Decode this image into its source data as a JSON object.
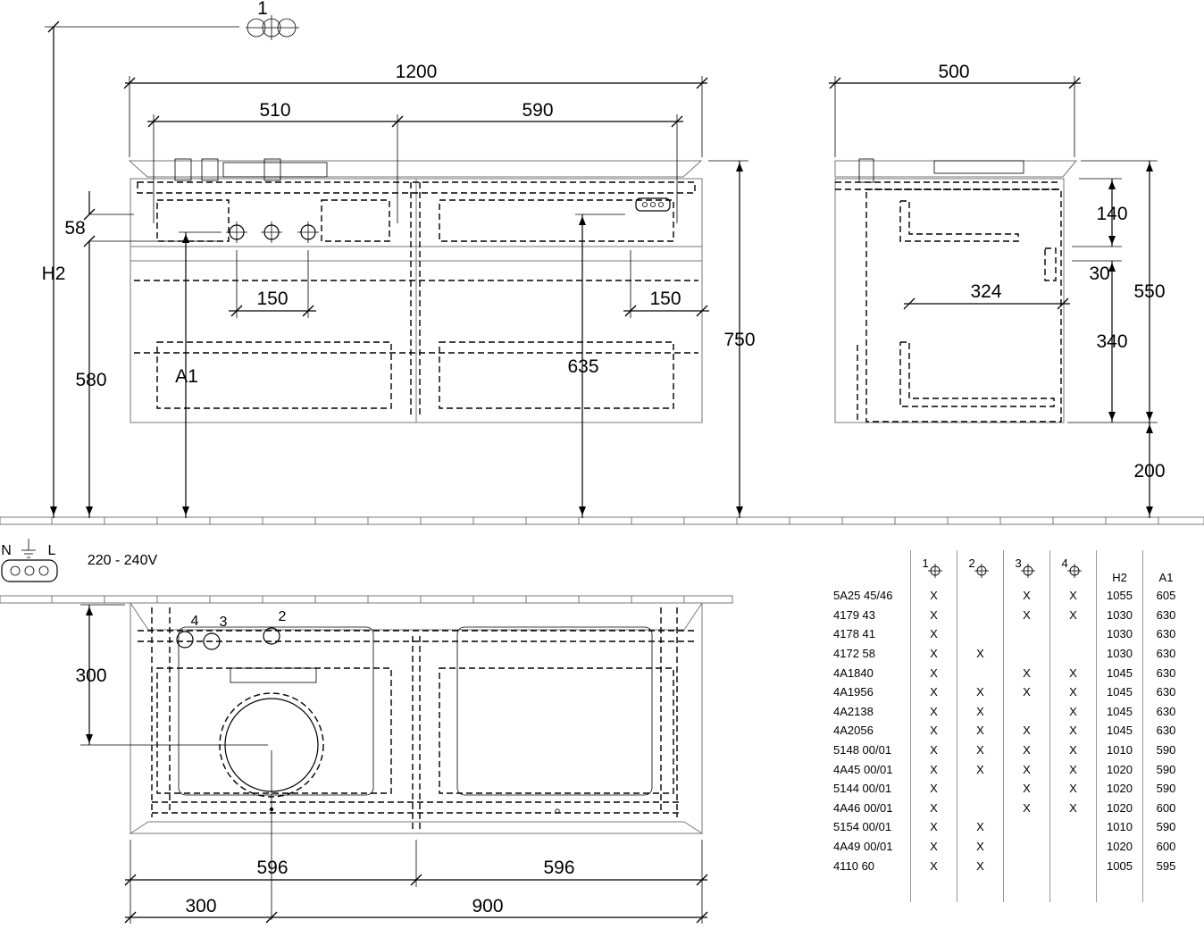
{
  "labels": {
    "marker_1": "1",
    "h2": "H2",
    "d_1200": "1200",
    "d_510": "510",
    "d_590": "590",
    "d_500": "500",
    "d_58": "58",
    "d_580": "580",
    "d_150_left": "150",
    "d_150_right": "150",
    "a1": "A1",
    "d_635": "635",
    "d_750": "750",
    "d_140": "140",
    "d_30": "30",
    "d_324": "324",
    "d_340": "340",
    "d_550": "550",
    "d_200": "200",
    "voltage": "220 - 240V",
    "n": "N",
    "l": "L",
    "d_300_vert": "300",
    "hole_4": "4",
    "hole_3": "3",
    "hole_2": "2",
    "d_596_left": "596",
    "d_596_right": "596",
    "d_300_bottom": "300",
    "d_900": "900"
  },
  "table": {
    "columns": [
      "1",
      "2",
      "3",
      "4",
      "H2",
      "A1"
    ],
    "rows": [
      {
        "code": "5A25 45/46",
        "c1": "X",
        "c2": "",
        "c3": "X",
        "c4": "X",
        "h2": "1055",
        "a1": "605"
      },
      {
        "code": "4179 43",
        "c1": "X",
        "c2": "",
        "c3": "X",
        "c4": "X",
        "h2": "1030",
        "a1": "630"
      },
      {
        "code": "4178 41",
        "c1": "X",
        "c2": "",
        "c3": "",
        "c4": "",
        "h2": "1030",
        "a1": "630"
      },
      {
        "code": "4172 58",
        "c1": "X",
        "c2": "X",
        "c3": "",
        "c4": "",
        "h2": "1030",
        "a1": "630"
      },
      {
        "code": "4A1840",
        "c1": "X",
        "c2": "",
        "c3": "X",
        "c4": "X",
        "h2": "1045",
        "a1": "630"
      },
      {
        "code": "4A1956",
        "c1": "X",
        "c2": "X",
        "c3": "X",
        "c4": "X",
        "h2": "1045",
        "a1": "630"
      },
      {
        "code": "4A2138",
        "c1": "X",
        "c2": "X",
        "c3": "",
        "c4": "X",
        "h2": "1045",
        "a1": "630"
      },
      {
        "code": "4A2056",
        "c1": "X",
        "c2": "X",
        "c3": "X",
        "c4": "X",
        "h2": "1045",
        "a1": "630"
      },
      {
        "code": "5148 00/01",
        "c1": "X",
        "c2": "X",
        "c3": "X",
        "c4": "X",
        "h2": "1010",
        "a1": "590"
      },
      {
        "code": "4A45 00/01",
        "c1": "X",
        "c2": "X",
        "c3": "X",
        "c4": "X",
        "h2": "1020",
        "a1": "590"
      },
      {
        "code": "5144 00/01",
        "c1": "X",
        "c2": "",
        "c3": "X",
        "c4": "X",
        "h2": "1020",
        "a1": "590"
      },
      {
        "code": "4A46 00/01",
        "c1": "X",
        "c2": "",
        "c3": "X",
        "c4": "X",
        "h2": "1020",
        "a1": "600"
      },
      {
        "code": "5154 00/01",
        "c1": "X",
        "c2": "X",
        "c3": "",
        "c4": "",
        "h2": "1010",
        "a1": "590"
      },
      {
        "code": "4A49 00/01",
        "c1": "X",
        "c2": "X",
        "c3": "",
        "c4": "",
        "h2": "1020",
        "a1": "600"
      },
      {
        "code": "4110 60",
        "c1": "X",
        "c2": "X",
        "c3": "",
        "c4": "",
        "h2": "1005",
        "a1": "595"
      }
    ]
  }
}
